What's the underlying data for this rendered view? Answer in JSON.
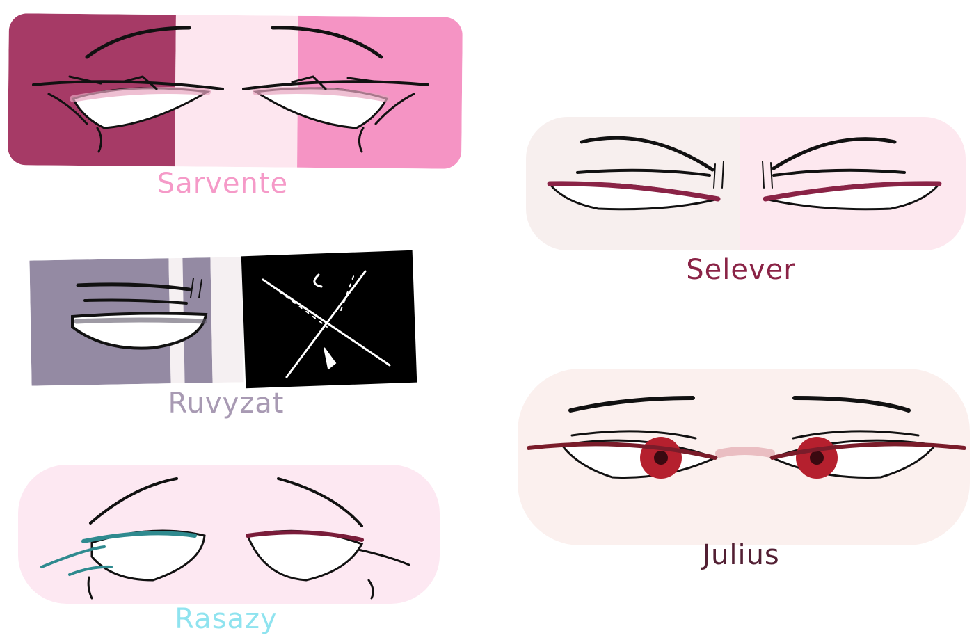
{
  "characters": [
    {
      "name": "Sarvente",
      "label_color": "#f59ac8",
      "swatches": [
        "#a63a66",
        "#fde6ef",
        "#f594c4"
      ]
    },
    {
      "name": "Ruvyzat",
      "label_color": "#a89ab3",
      "swatches": [
        "#948aa3",
        "#f5f0f2",
        "#000000"
      ]
    },
    {
      "name": "Rasazy",
      "label_color": "#8fe3ef",
      "swatches": [
        "#fde8f2"
      ]
    },
    {
      "name": "Selever",
      "label_color": "#8a2346",
      "swatches": [
        "#f7efee",
        "#fde8ef"
      ]
    },
    {
      "name": "Julius",
      "label_color": "#521f33",
      "swatches": [
        "#fbf0ee"
      ]
    }
  ]
}
